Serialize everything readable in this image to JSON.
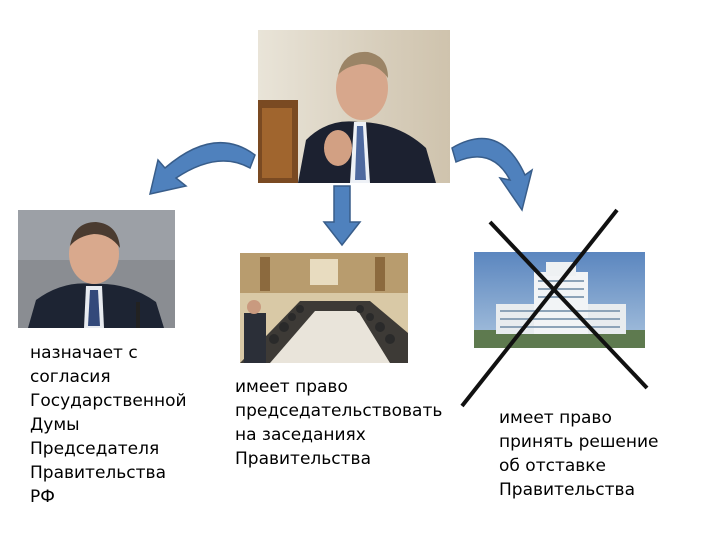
{
  "nodes": {
    "top": {
      "image": "president-photo"
    },
    "left": {
      "image": "prime-minister-photo",
      "caption": "назначает с\nсогласия\nГосударственной\nДумы\nПредседателя\nПравительства\nРФ"
    },
    "center": {
      "image": "government-meeting-photo",
      "caption": "имеет право\nпредседательствовать\nна заседаниях\nПравительства"
    },
    "right": {
      "image": "white-house-building-photo",
      "caption": "имеет право\nпринять решение\nоб отставке\nПравительства",
      "crossed_out": true
    }
  },
  "arrows": [
    {
      "from": "top",
      "to": "left",
      "style": "curved"
    },
    {
      "from": "top",
      "to": "center",
      "style": "straight"
    },
    {
      "from": "top",
      "to": "right",
      "style": "curved"
    }
  ],
  "colors": {
    "arrow_fill": "#4f81bd",
    "arrow_stroke": "#385d8a",
    "cross": "#111111"
  }
}
